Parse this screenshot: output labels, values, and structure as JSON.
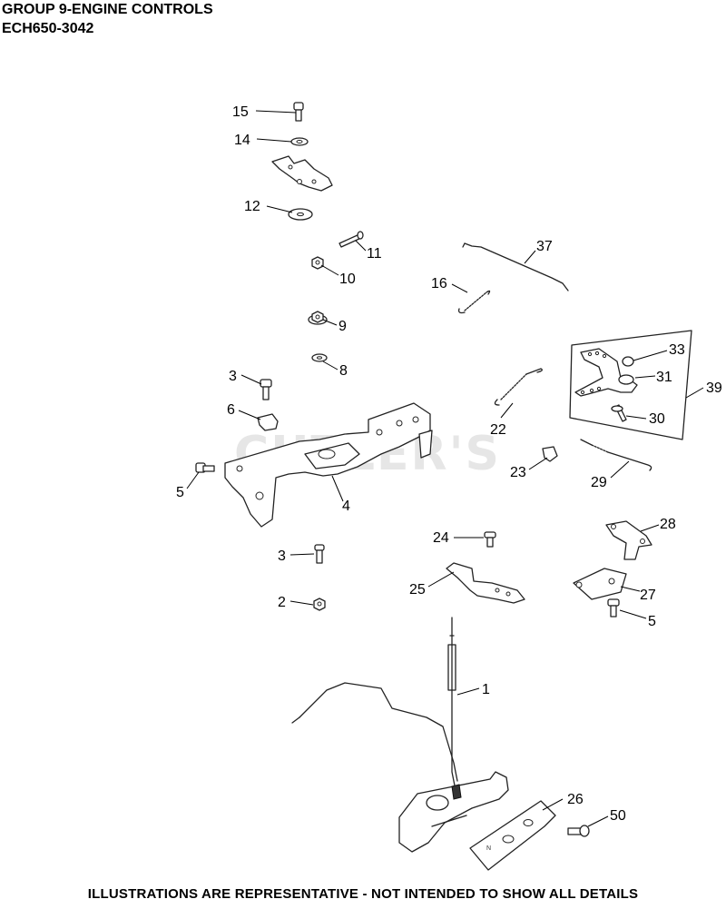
{
  "header": {
    "title": "GROUP 9-ENGINE CONTROLS",
    "model": "ECH650-3042"
  },
  "footer": {
    "note": "ILLUSTRATIONS ARE REPRESENTATIVE - NOT INTENDED TO SHOW ALL DETAILS"
  },
  "watermark": "CUTLER'S",
  "callouts": [
    "15",
    "14",
    "12",
    "11",
    "10",
    "37",
    "16",
    "9",
    "8",
    "33",
    "31",
    "39",
    "3",
    "6",
    "22",
    "30",
    "5",
    "23",
    "29",
    "4",
    "28",
    "24",
    "3",
    "25",
    "27",
    "2",
    "5",
    "1",
    "26",
    "50"
  ]
}
